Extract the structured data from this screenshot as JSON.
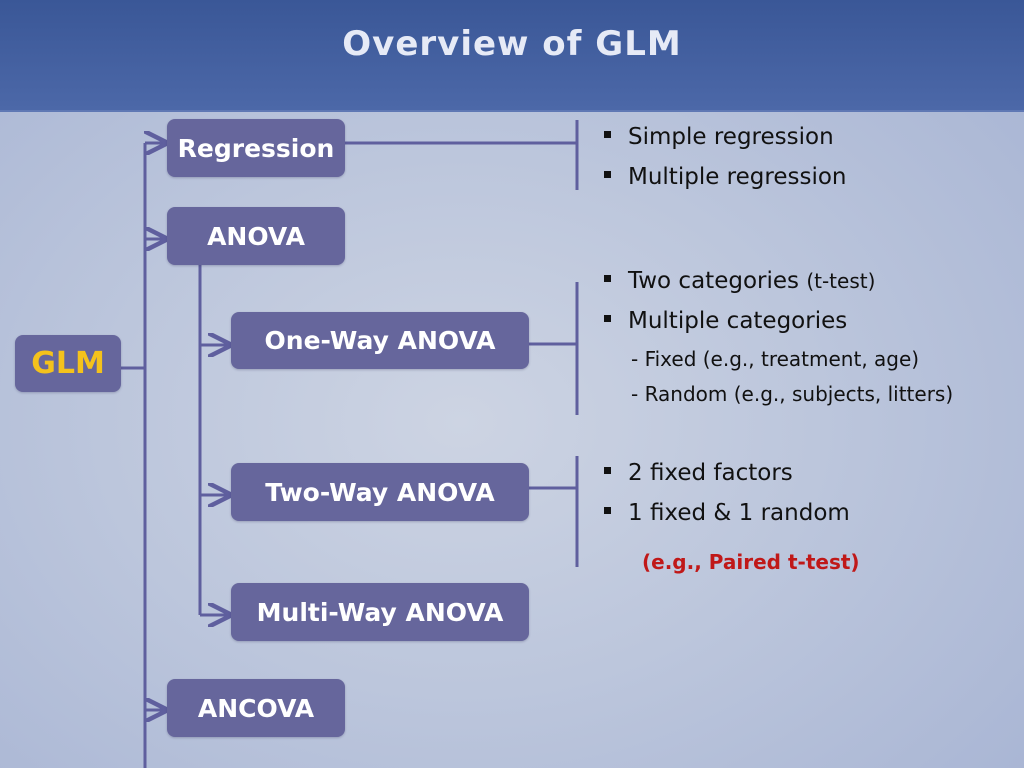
{
  "title": "Overview of GLM",
  "nodes": {
    "glm": "GLM",
    "regression": "Regression",
    "anova": "ANOVA",
    "one_way": "One-Way ANOVA",
    "two_way": "Two-Way ANOVA",
    "multi_way": "Multi-Way ANOVA",
    "ancova": "ANCOVA"
  },
  "regression_notes": [
    "Simple regression",
    "Multiple regression"
  ],
  "one_way_notes": {
    "two_categories": "Two categories",
    "two_categories_note": "(t-test)",
    "multiple_categories": "Multiple categories",
    "fixed": "- Fixed (e.g., treatment,  age)",
    "random": "- Random (e.g., subjects, litters)"
  },
  "two_way_notes": [
    "2 fixed factors",
    "1 fixed  & 1 random"
  ],
  "two_way_example": "(e.g., Paired t-test)",
  "colors": {
    "box": "#66669c",
    "line": "#5f5f9e",
    "glm_text": "#f4c21c",
    "example": "#c01818",
    "header": "#3a5797"
  }
}
